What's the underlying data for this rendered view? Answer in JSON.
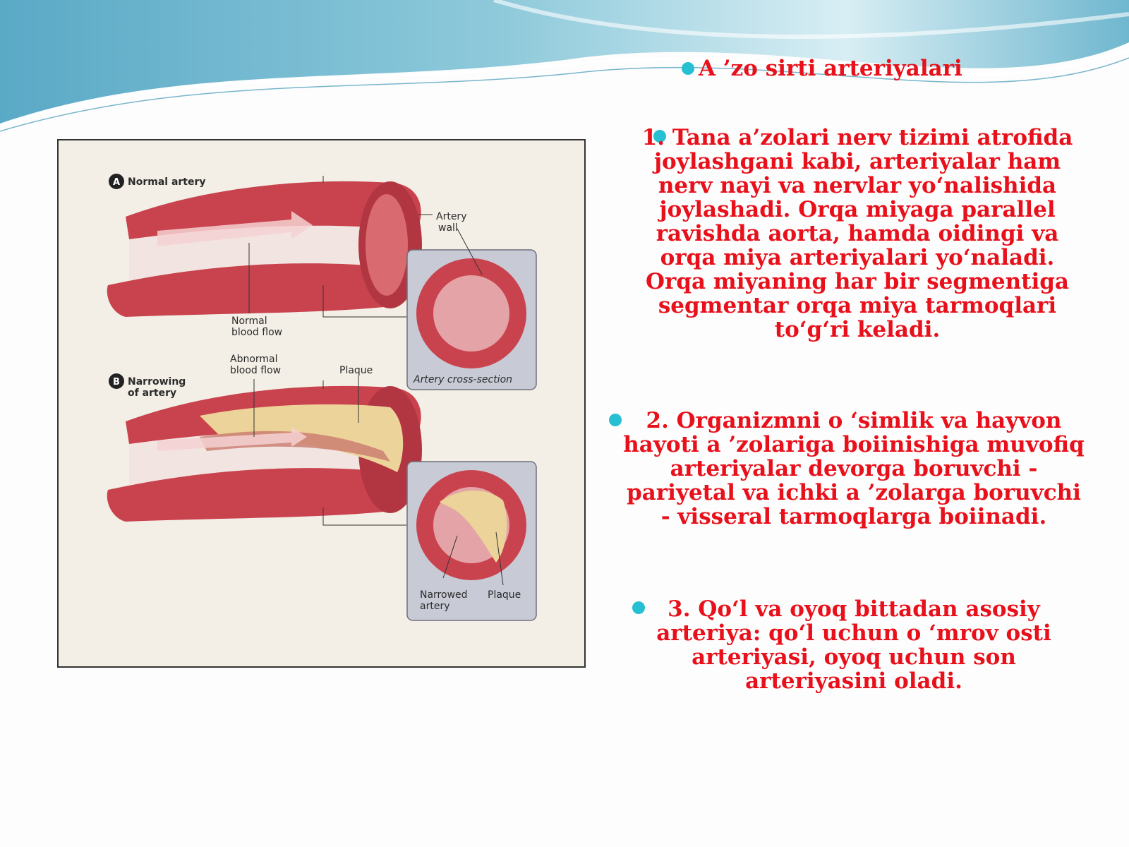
{
  "colors": {
    "accent_text": "#e8101a",
    "bullet": "#27c0d3",
    "wave_dark": "#4aa3c2",
    "wave_light": "#bfe4ee"
  },
  "title": "A ’zo sirti arteriyalari",
  "paragraphs": [
    "1. Tana a’zolari nerv tizimi atrofida joylashgani kabi, arteriyalar ham nerv nayi va nervlar yo‘nalishida joylashadi. Orqa miyaga parallel ravishda aorta, hamda oidingi va orqa miya arteriyalari yo‘naladi. Orqa miyaning har bir segmentiga segmentar orqa miya tarmoqlari to‘g‘ri keladi.",
    "2. Organizmni o ‘simlik va hayvon hayoti a ’zolariga boiinishiga muvofiq arteriyalar devorga boruvchi - pariyetal va ichki a ’zolarga boruvchi - visseral tarmoqlarga boiinadi.",
    "3. Qo‘l va oyoq bittadan asosiy arteriya: qo‘l uchun o ‘mrov osti arteriyasi, oyoq uchun son arteriyasini oladi."
  ],
  "figure": {
    "badge_a": "A",
    "label_a": "Normal artery",
    "artery_wall": [
      "Artery",
      "wall"
    ],
    "normal_flow": [
      "Normal",
      "blood flow"
    ],
    "badge_b": "B",
    "label_b": [
      "Narrowing",
      "of artery"
    ],
    "abnormal_flow": [
      "Abnormal",
      "blood flow"
    ],
    "plaque_top": "Plaque",
    "cross_section": "Artery cross-section",
    "narrowed": [
      "Narrowed",
      "artery"
    ],
    "plaque_bottom": "Plaque"
  }
}
